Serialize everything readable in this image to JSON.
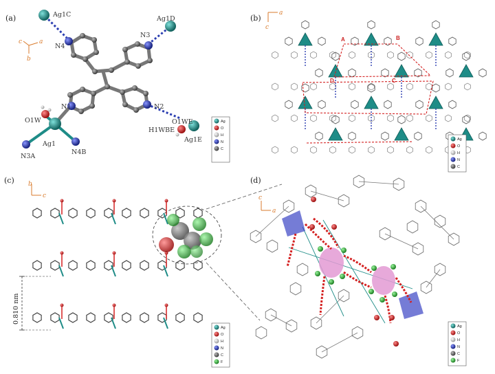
{
  "panels": {
    "a": {
      "label": "(a)"
    },
    "b": {
      "label": "(b)"
    },
    "c": {
      "label": "(c)"
    },
    "d": {
      "label": "(d)"
    }
  },
  "panel_a": {
    "labels": {
      "ag1c": "Ag1C",
      "ag1d": "Ag1D",
      "n3": "N3",
      "n4": "N4",
      "n1": "N1",
      "n2": "N2",
      "o1w": "O1W",
      "o1wE": "O1WE",
      "h1wbE": "H1WBE",
      "ag1": "Ag1",
      "ag1E": "Ag1E",
      "n3A": "N3A",
      "n4B": "N4B"
    },
    "axes": {
      "c": "c",
      "a": "a",
      "b": "b"
    }
  },
  "panel_b": {
    "axes": {
      "c": "c",
      "a": "a"
    },
    "points": {
      "A": "A",
      "B": "B",
      "C": "C",
      "D": "D"
    }
  },
  "panel_c": {
    "axes": {
      "b": "b",
      "c": "c"
    },
    "distance": "0.810 nm"
  },
  "panel_d": {
    "axes": {
      "c": "c",
      "a": "a"
    }
  },
  "legend_5": [
    "Ag",
    "O",
    "H",
    "N",
    "C"
  ],
  "legend_6": [
    "Ag",
    "O",
    "H",
    "N",
    "C",
    "F"
  ],
  "colors": {
    "Ag": "#1e8c87",
    "O": "#d42020",
    "H": "#d8d8d8",
    "N": "#2a3db0",
    "C": "#6a6a6a",
    "F": "#35b33a",
    "axis": "#d97a2b",
    "contact": "#d42020",
    "hbond": "#2a3db0"
  }
}
